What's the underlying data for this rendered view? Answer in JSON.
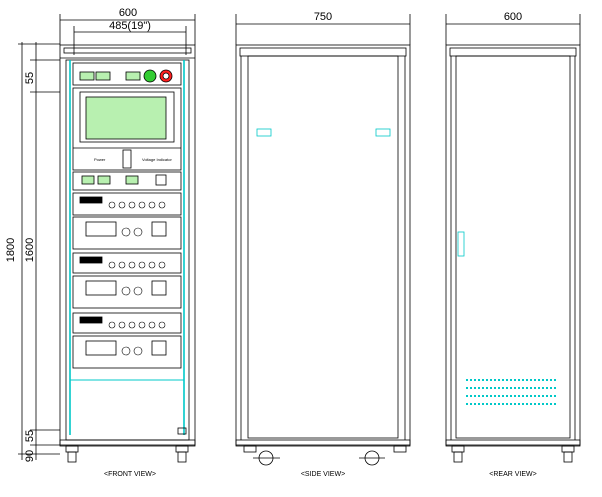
{
  "drawing": {
    "front": {
      "width_dim": "600",
      "inner_dim": "485(19\")",
      "height_total": "1800",
      "height_inner": "1600",
      "height_top": "55",
      "height_b1": "55",
      "height_b2": "90",
      "caption": "<FRONT VIEW>",
      "panel_labels": [
        "Power",
        "Voltage Indicator"
      ]
    },
    "side": {
      "width_dim": "750",
      "caption": "<SIDE VIEW>"
    },
    "rear": {
      "width_dim": "600",
      "caption": "<REAR VIEW>"
    },
    "colors": {
      "line": "#000000",
      "accent": "#00c8c8",
      "screen": "#b8f0b0",
      "knob_green": "#33cc33",
      "knob_red": "#ff2020",
      "led": "#22bb22"
    }
  }
}
